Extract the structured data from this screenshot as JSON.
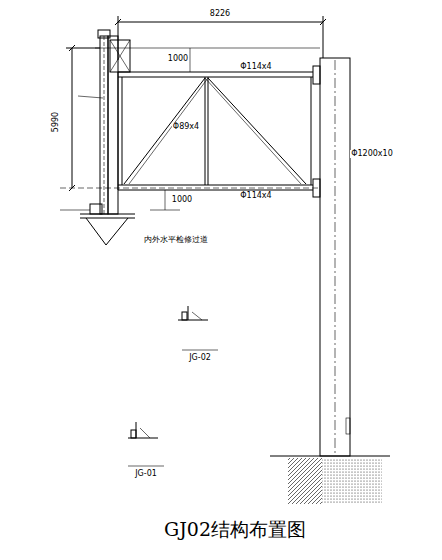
{
  "diagram": {
    "title": "GJ02结构布置图",
    "labels": [
      "8226",
      "1000",
      "Φ114x4",
      "5990",
      "Φ89x4",
      "Φ114x4",
      "1000",
      "Φ1200x10",
      "内外水平检修过道",
      "JG-02",
      "JG-01"
    ]
  }
}
